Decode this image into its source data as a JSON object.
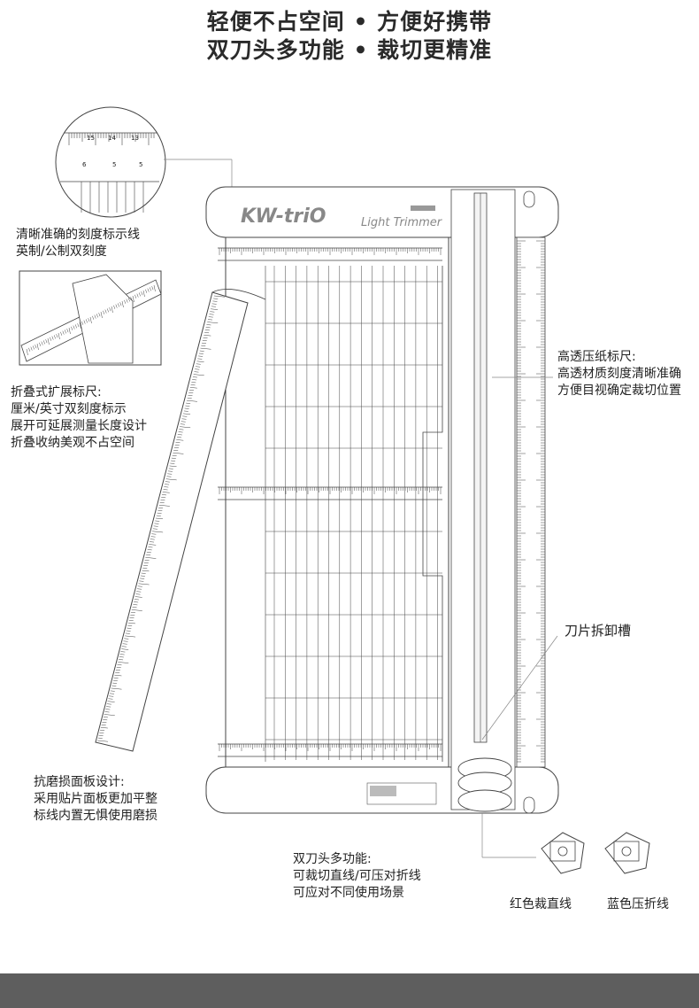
{
  "header": {
    "line1": "轻便不占空间 • 方便好携带",
    "line2": "双刀头多功能 • 裁切更精准"
  },
  "brand": {
    "logo": "KW-triO",
    "model": "Light Trimmer"
  },
  "callouts": {
    "scale": [
      "清晰准确的刻度标示线",
      "英制/公制双刻度"
    ],
    "folding_ruler": [
      "折叠式扩展标尺:",
      "厘米/英寸双刻度标示",
      "展开可延展测量长度设计",
      "折叠收纳美观不占空间"
    ],
    "clear_ruler": [
      "高透压纸标尺:",
      "高透材质刻度清晰准确",
      "方便目视确定裁切位置"
    ],
    "blade_slot": [
      "刀片拆卸槽"
    ],
    "panel": [
      "抗磨损面板设计:",
      "采用贴片面板更加平整",
      "标线内置无惧使用磨损"
    ],
    "dual_blade": [
      "双刀头多功能:",
      "可裁切直线/可压对折线",
      "可应对不同使用场景"
    ]
  },
  "blades": {
    "red_label": "红色裁直线",
    "blue_label": "蓝色压折线"
  },
  "colors": {
    "line": "#444444",
    "bottom_bar": "#5e5e5e"
  }
}
